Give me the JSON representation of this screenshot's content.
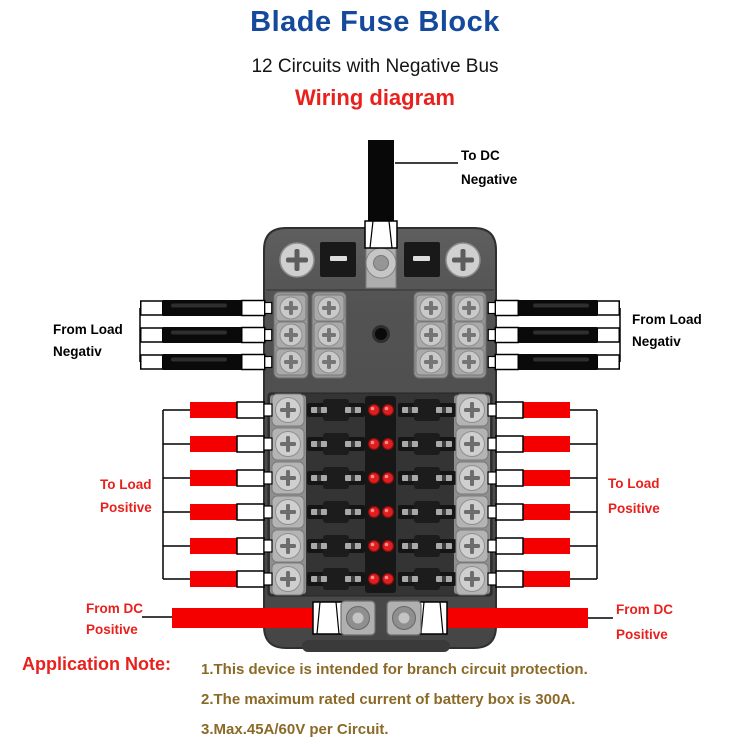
{
  "header": {
    "title": "Blade Fuse Block",
    "subtitle": "12 Circuits with Negative Bus",
    "diagram_heading": "Wiring diagram"
  },
  "wire_labels": {
    "dc_negative": {
      "line1": "To DC",
      "line2": "Negative"
    },
    "load_negative_left": {
      "line1": "From Load",
      "line2": "Negativ"
    },
    "load_negative_right": {
      "line1": "From Load",
      "line2": "Negativ"
    },
    "load_positive_left": {
      "line1": "To Load",
      "line2": "Positive"
    },
    "load_positive_right": {
      "line1": "To Load",
      "line2": "Positive"
    },
    "dc_positive_left": {
      "line1": "From DC",
      "line2": "Positive"
    },
    "dc_positive_right": {
      "line1": "From DC",
      "line2": "Positive"
    }
  },
  "application_note": {
    "heading": "Application Note:",
    "notes": [
      "1.This device is intended for branch circuit protection.",
      "2.The maximum rated current of battery box is 300A.",
      "3.Max.45A/60V per Circuit."
    ]
  },
  "fuse_block": {
    "circuits": 12,
    "fuse_rows": 6,
    "leds_per_row": 2,
    "negative_wires_per_side": 3,
    "positive_wires_per_side": 6
  },
  "colors": {
    "title_blue": "#15499b",
    "accent_red": "#e8211d",
    "wire_red": "#f40000",
    "wire_black": "#0a0a0a",
    "note_brown": "#8b6a28",
    "body_gray": "#515151"
  }
}
